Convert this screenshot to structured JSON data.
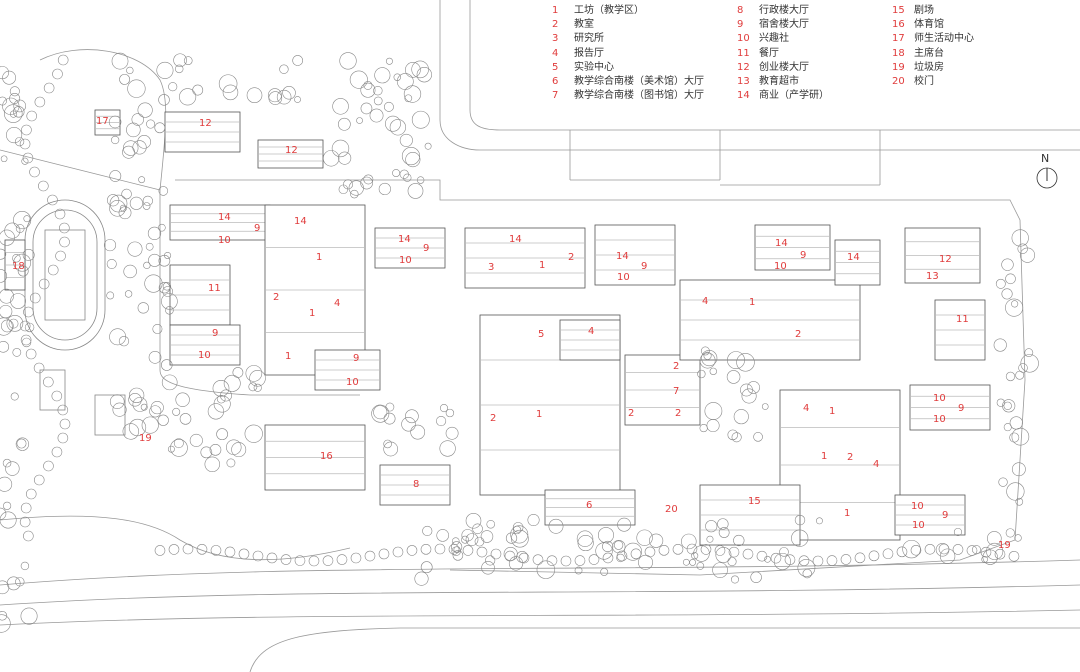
{
  "legend": [
    {
      "num": "1",
      "label": "工坊（教学区）"
    },
    {
      "num": "2",
      "label": "教室"
    },
    {
      "num": "3",
      "label": "研究所"
    },
    {
      "num": "4",
      "label": "报告厅"
    },
    {
      "num": "5",
      "label": "实验中心"
    },
    {
      "num": "6",
      "label": "教学综合南楼（美术馆）大厅"
    },
    {
      "num": "7",
      "label": "教学综合南楼（图书馆）大厅"
    },
    {
      "num": "8",
      "label": "行政楼大厅"
    },
    {
      "num": "9",
      "label": "宿舍楼大厅"
    },
    {
      "num": "10",
      "label": "兴趣社"
    },
    {
      "num": "11",
      "label": "餐厅"
    },
    {
      "num": "12",
      "label": "创业楼大厅"
    },
    {
      "num": "13",
      "label": "教育超市"
    },
    {
      "num": "14",
      "label": "商业（产学研）"
    },
    {
      "num": "15",
      "label": "剧场"
    },
    {
      "num": "16",
      "label": "体育馆"
    },
    {
      "num": "17",
      "label": "师生活动中心"
    },
    {
      "num": "18",
      "label": "主席台"
    },
    {
      "num": "19",
      "label": "垃圾房"
    },
    {
      "num": "20",
      "label": "校门"
    }
  ],
  "north_label": "N",
  "plan_labels": [
    "18",
    "17",
    "12",
    "12",
    "14",
    "9",
    "10",
    "14",
    "1",
    "2",
    "1",
    "4",
    "1",
    "11",
    "9",
    "10",
    "9",
    "10",
    "19",
    "16",
    "14",
    "9",
    "10",
    "14",
    "3",
    "1",
    "2",
    "5",
    "4",
    "2",
    "1",
    "2",
    "7",
    "2",
    "2",
    "8",
    "6",
    "20",
    "14",
    "9",
    "10",
    "4",
    "1",
    "2",
    "14",
    "9",
    "10",
    "14",
    "12",
    "13",
    "11",
    "4",
    "1",
    "1",
    "2",
    "4",
    "10",
    "9",
    "10",
    "15",
    "1",
    "10",
    "9",
    "10",
    "19"
  ],
  "colors": {
    "label": "#e03c3c",
    "line": "#777777"
  }
}
